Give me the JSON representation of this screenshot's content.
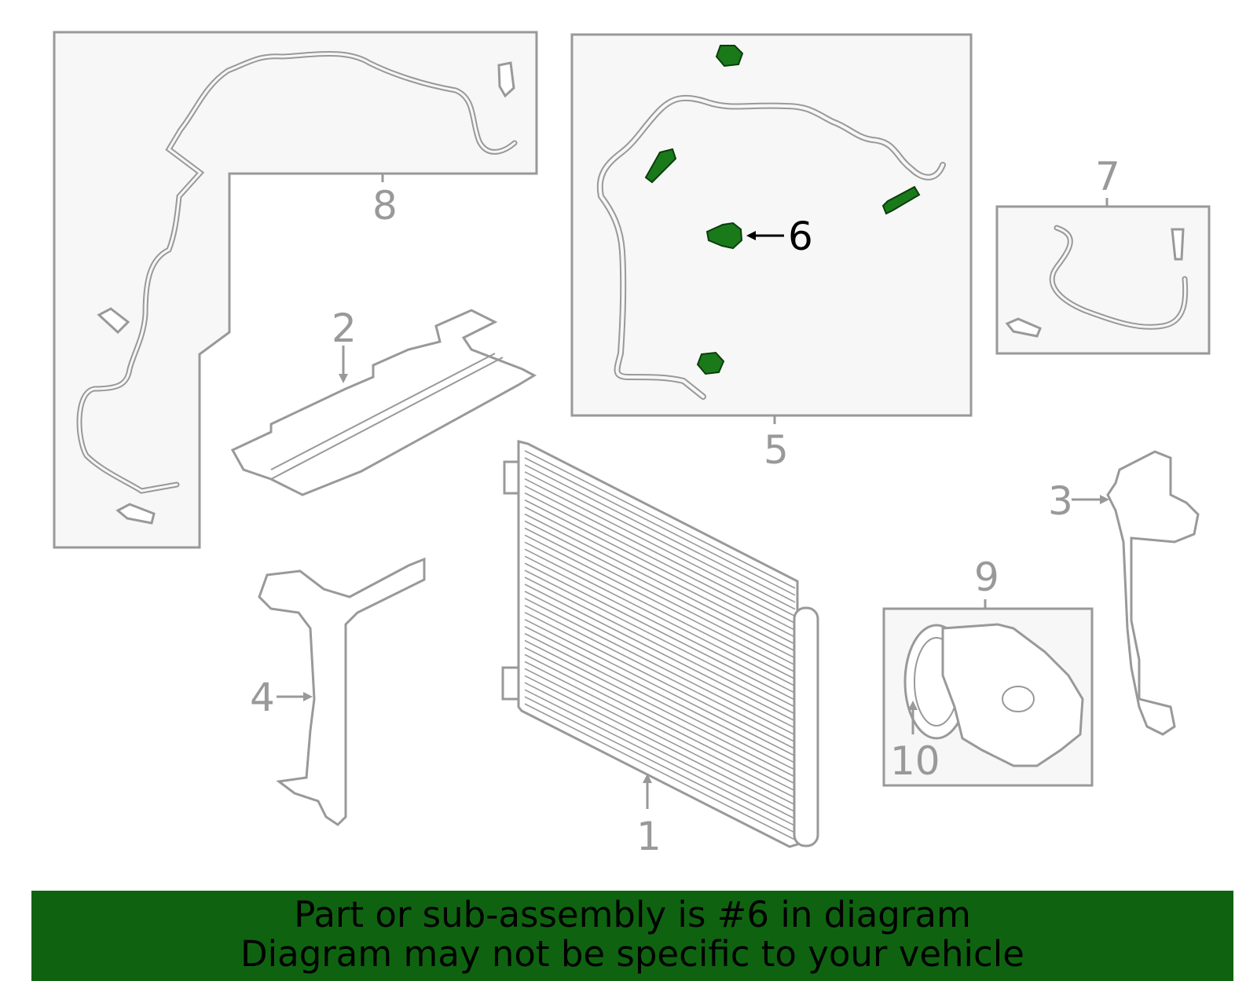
{
  "diagram": {
    "callouts": {
      "c1": "1",
      "c2": "2",
      "c3": "3",
      "c4": "4",
      "c5": "5",
      "c6": "6",
      "c7": "7",
      "c8": "8",
      "c9": "9",
      "c10": "10"
    },
    "highlighted_part": "6",
    "colors": {
      "line": "#999999",
      "box_fill": "#f7f7f7",
      "highlight_part": "#1a7a1a",
      "highlight_label": "#000000",
      "banner_bg": "#0f6310"
    }
  },
  "banner": {
    "line1": "Part or sub-assembly is #6 in diagram",
    "line2": "Diagram may not be specific to your vehicle"
  }
}
